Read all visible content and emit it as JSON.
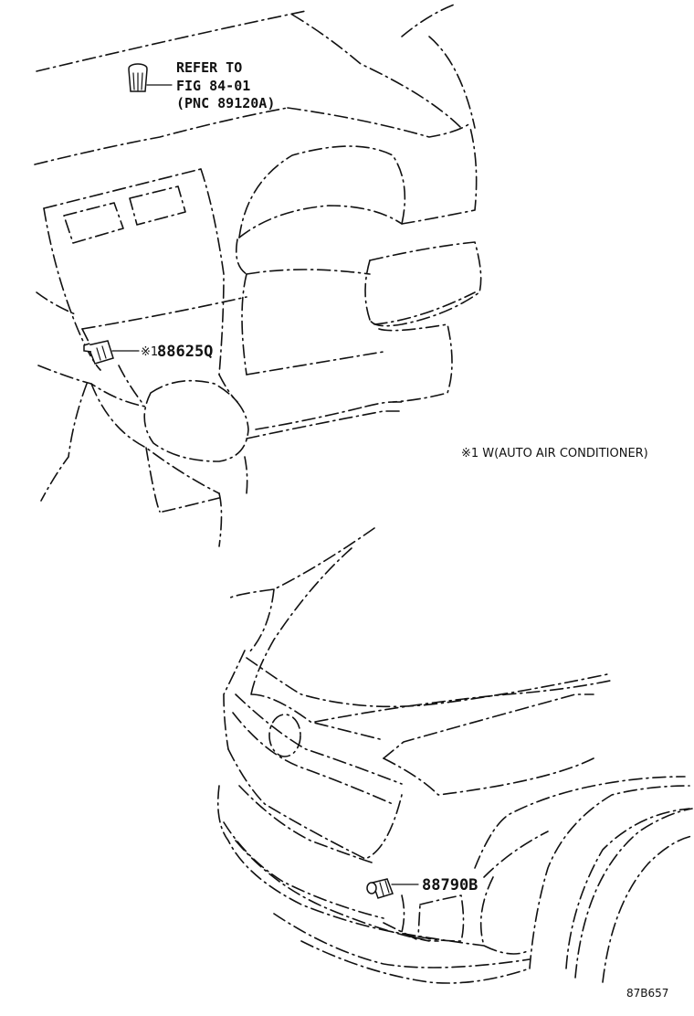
{
  "refer": {
    "line1": "REFER TO",
    "line2": "FIG 84-01",
    "line3": "(PNC 89120A)"
  },
  "parts": [
    {
      "mark": "※1",
      "number": "88625Q"
    },
    {
      "mark": "",
      "number": "88790B"
    }
  ],
  "footnote": "※1 W(AUTO AIR CONDITIONER)",
  "figure_code": "87B657"
}
